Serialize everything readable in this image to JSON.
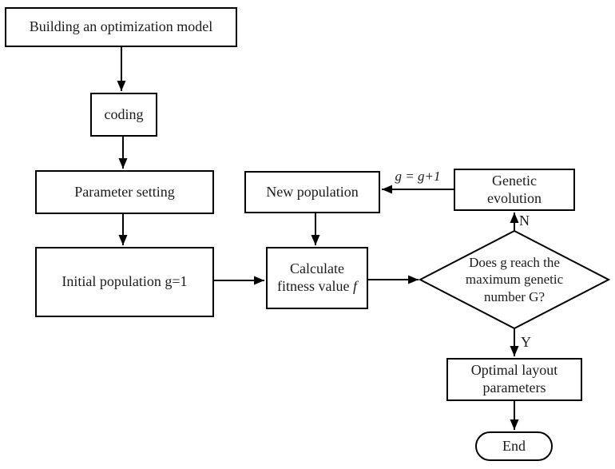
{
  "colors": {
    "stroke": "#000000",
    "background": "#ffffff",
    "text": "#1b1b1b"
  },
  "nodes": {
    "model": {
      "label": "Building an optimization model"
    },
    "coding": {
      "label": "coding"
    },
    "parameter_setting": {
      "label": "Parameter setting"
    },
    "initial_population": {
      "label": "Initial population g=1"
    },
    "new_population": {
      "label": "New population"
    },
    "calculate_fitness": {
      "lines": [
        "Calculate",
        "fitness value"
      ],
      "symbol": "f"
    },
    "genetic_evolution": {
      "lines": [
        "Genetic",
        "evolution"
      ]
    },
    "decision": {
      "lines": [
        "Does g reach the",
        "maximum genetic",
        "number G?"
      ]
    },
    "optimal_layout": {
      "lines": [
        "Optimal layout",
        "parameters"
      ]
    },
    "end": {
      "label": "End"
    }
  },
  "edge_labels": {
    "increment": "g = g+1",
    "no": "N",
    "yes": "Y"
  }
}
